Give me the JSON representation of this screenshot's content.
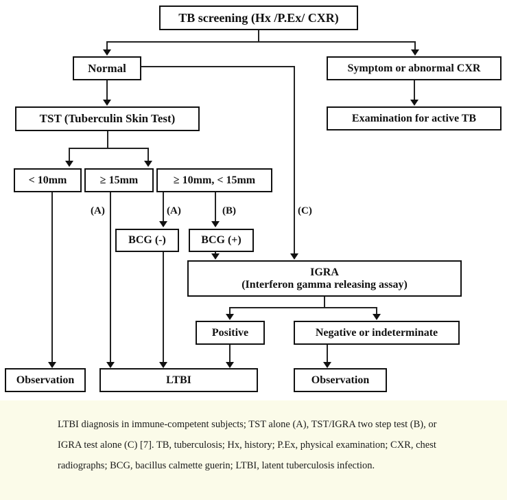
{
  "figure": {
    "type": "flowchart",
    "title": "LTBI diagnosis algorithm",
    "background": "#ffffff",
    "caption_background": "#fbfbe9",
    "line_color": "#111111"
  },
  "nodes": {
    "screening": "TB screening (Hx /P.Ex/ CXR)",
    "normal": "Normal",
    "symptom": "Symptom or abnormal CXR",
    "tst": "TST (Tuberculin Skin Test)",
    "exam_active_tb": "Examination for active TB",
    "tst_lt10": "< 10mm",
    "tst_ge15": "≥ 15mm",
    "tst_mid": "≥ 10mm, < 15mm",
    "bcg_neg": "BCG (-)",
    "bcg_pos": "BCG  (+)",
    "igra_line1": "IGRA",
    "igra_line2": "(Interferon gamma releasing assay)",
    "igra_positive": "Positive",
    "igra_negative": "Negative or indeterminate",
    "observation_left": "Observation",
    "ltbi": "LTBI",
    "observation_right": "Observation"
  },
  "edge_labels": {
    "a_from_ge15": "(A)",
    "a_from_mid": "(A)",
    "b_from_mid": "(B)",
    "c_from_normal": "(C)"
  },
  "caption": {
    "text": "LTBI diagnosis in immune-competent subjects; TST alone (A), TST/IGRA two step test (B), or IGRA test alone (C) [7]. TB, tuberculosis; Hx, history; P.Ex, physical examination; CXR, chest radiographs; BCG, bacillus calmette guerin; LTBI, latent tuberculosis infection."
  }
}
